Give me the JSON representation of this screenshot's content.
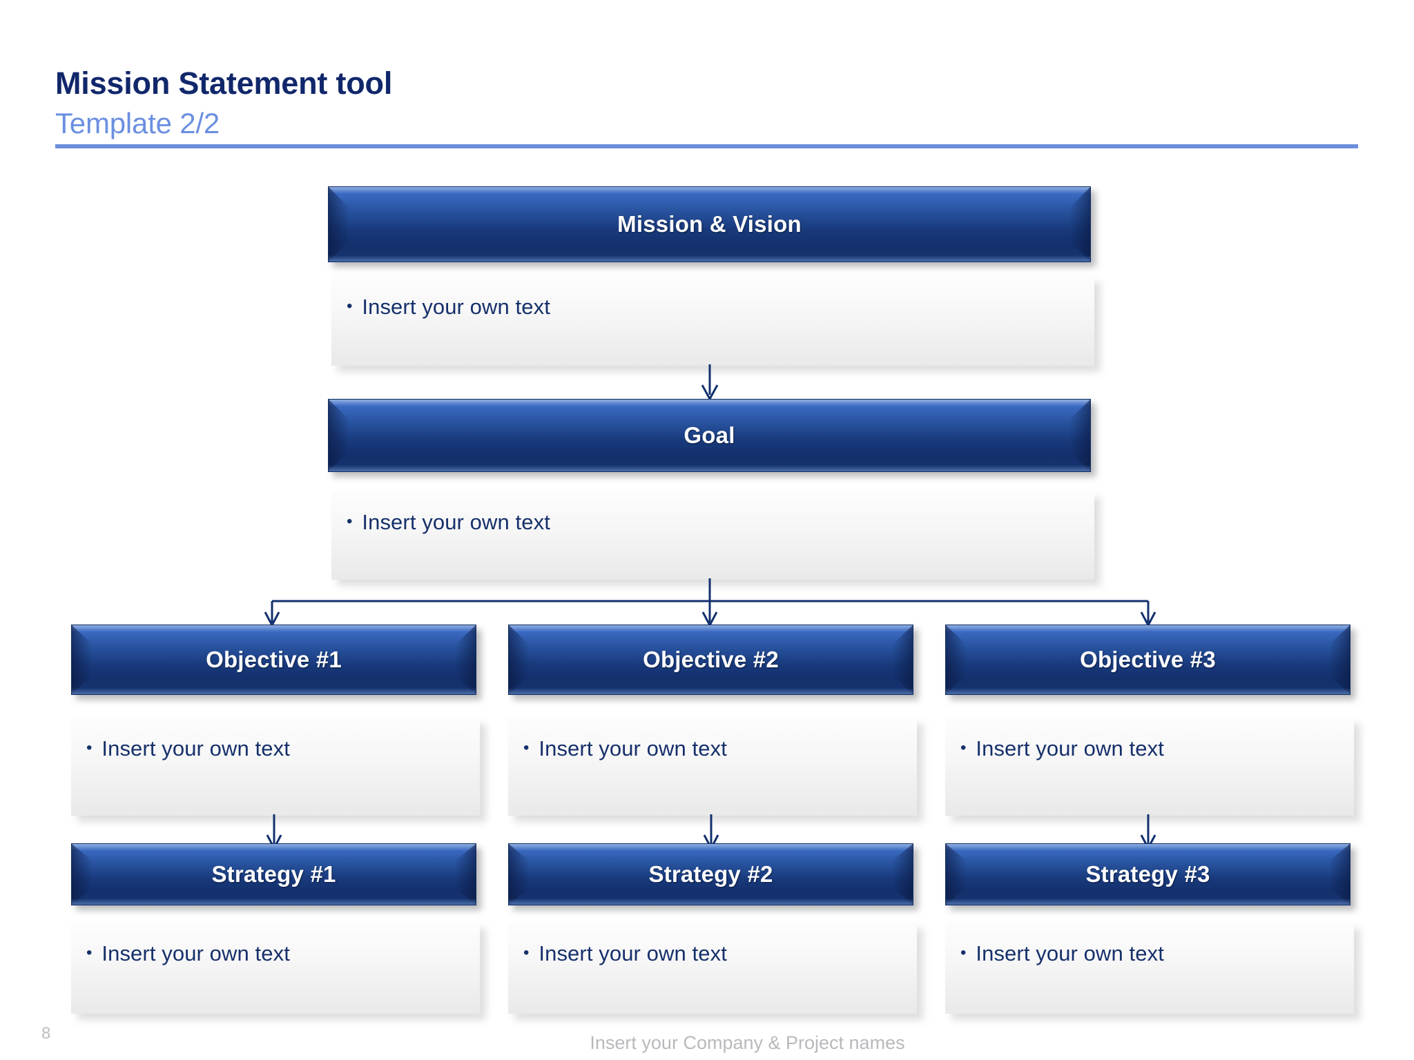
{
  "header": {
    "title": "Mission Statement tool",
    "subtitle": "Template 2/2",
    "rule_color": "#6d8edd",
    "title_color": "#11276b",
    "subtitle_color": "#6b8fe0"
  },
  "colors": {
    "box_blue_top": "#4a7ccd",
    "box_blue_bottom": "#14306d",
    "box_text": "#ffffff",
    "body_text": "#16306b",
    "content_bg": "#f3f3f3",
    "connector": "#12306d",
    "footer_text": "#b9b9bd"
  },
  "diagram": {
    "type": "hierarchy-flowchart",
    "levels": [
      {
        "id": "mission",
        "header": "Mission & Vision",
        "bullets": [
          "Insert your own text"
        ]
      },
      {
        "id": "goal",
        "header": "Goal",
        "bullets": [
          "Insert your own text"
        ]
      }
    ],
    "columns": [
      {
        "id": "col1",
        "objective_header": "Objective #1",
        "objective_bullets": [
          "Insert your own text"
        ],
        "strategy_header": "Strategy #1",
        "strategy_bullets": [
          "Insert your own text"
        ]
      },
      {
        "id": "col2",
        "objective_header": "Objective #2",
        "objective_bullets": [
          "Insert your own text"
        ],
        "strategy_header": "Strategy #2",
        "strategy_bullets": [
          "Insert your own text"
        ]
      },
      {
        "id": "col3",
        "objective_header": "Objective #3",
        "objective_bullets": [
          "Insert your own text"
        ],
        "strategy_header": "Strategy #3",
        "strategy_bullets": [
          "Insert your own text"
        ]
      }
    ],
    "bullet_glyph": "•"
  },
  "footer": {
    "page_number": "8",
    "note": "Insert your Company & Project names"
  }
}
